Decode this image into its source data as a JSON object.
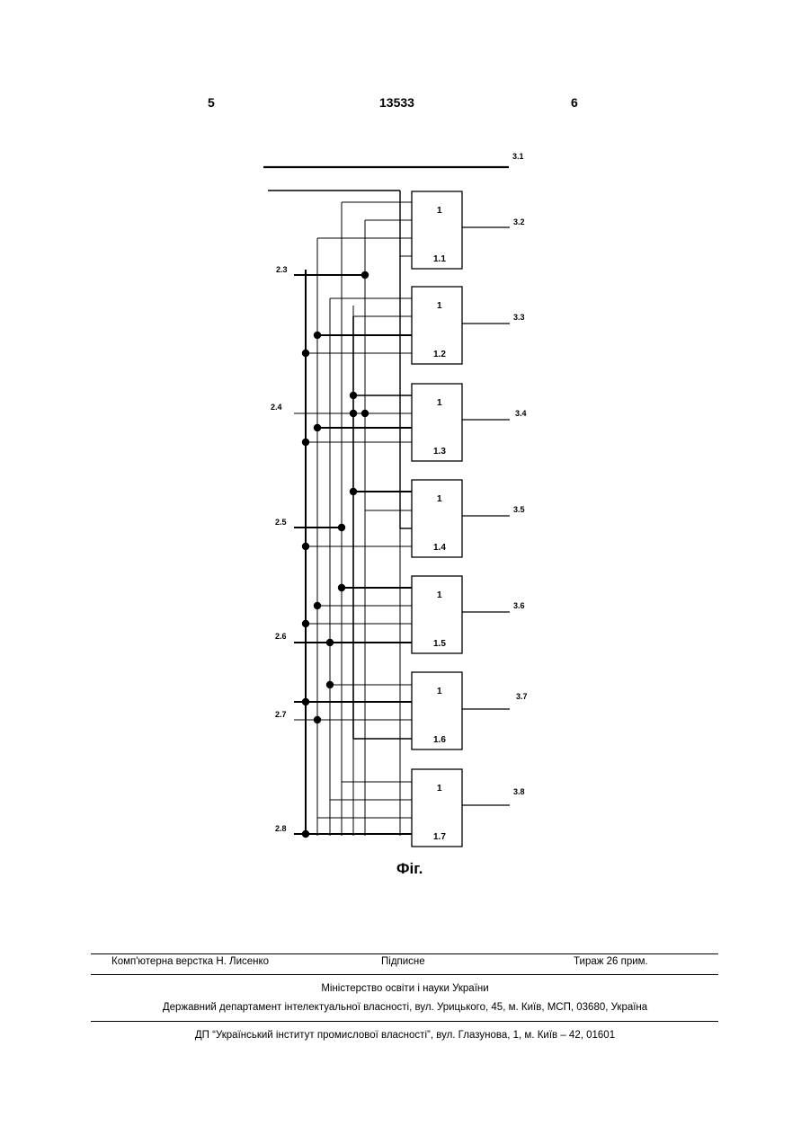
{
  "header": {
    "left_page": "5",
    "patent_number": "13533",
    "right_page": "6"
  },
  "figure": {
    "blocks": [
      {
        "id": "1.1",
        "gate": "1"
      },
      {
        "id": "1.2",
        "gate": "1"
      },
      {
        "id": "1.3",
        "gate": "1"
      },
      {
        "id": "1.4",
        "gate": "1"
      },
      {
        "id": "1.5",
        "gate": "1"
      },
      {
        "id": "1.6",
        "gate": "1"
      },
      {
        "id": "1.7",
        "gate": "1"
      }
    ],
    "inputs": [
      "2.3",
      "2.4",
      "2.5",
      "2.6",
      "2.7",
      "2.8"
    ],
    "outputs": [
      "3.1",
      "3.2",
      "3.3",
      "3.4",
      "3.5",
      "3.6",
      "3.7",
      "3.8"
    ],
    "caption": "Фіг."
  },
  "footer": {
    "layout": "Комп'ютерна верстка Н. Лисенко",
    "signed": "Підписне",
    "circulation": "Тираж 26 прим.",
    "ministry": "Міністерство освіти і науки України",
    "department": "Державний департамент інтелектуальної власності, вул. Урицького, 45, м. Київ, МСП, 03680, Україна",
    "institute": "ДП “Український інститут промислової власності”, вул. Глазунова, 1, м. Київ – 42, 01601"
  }
}
